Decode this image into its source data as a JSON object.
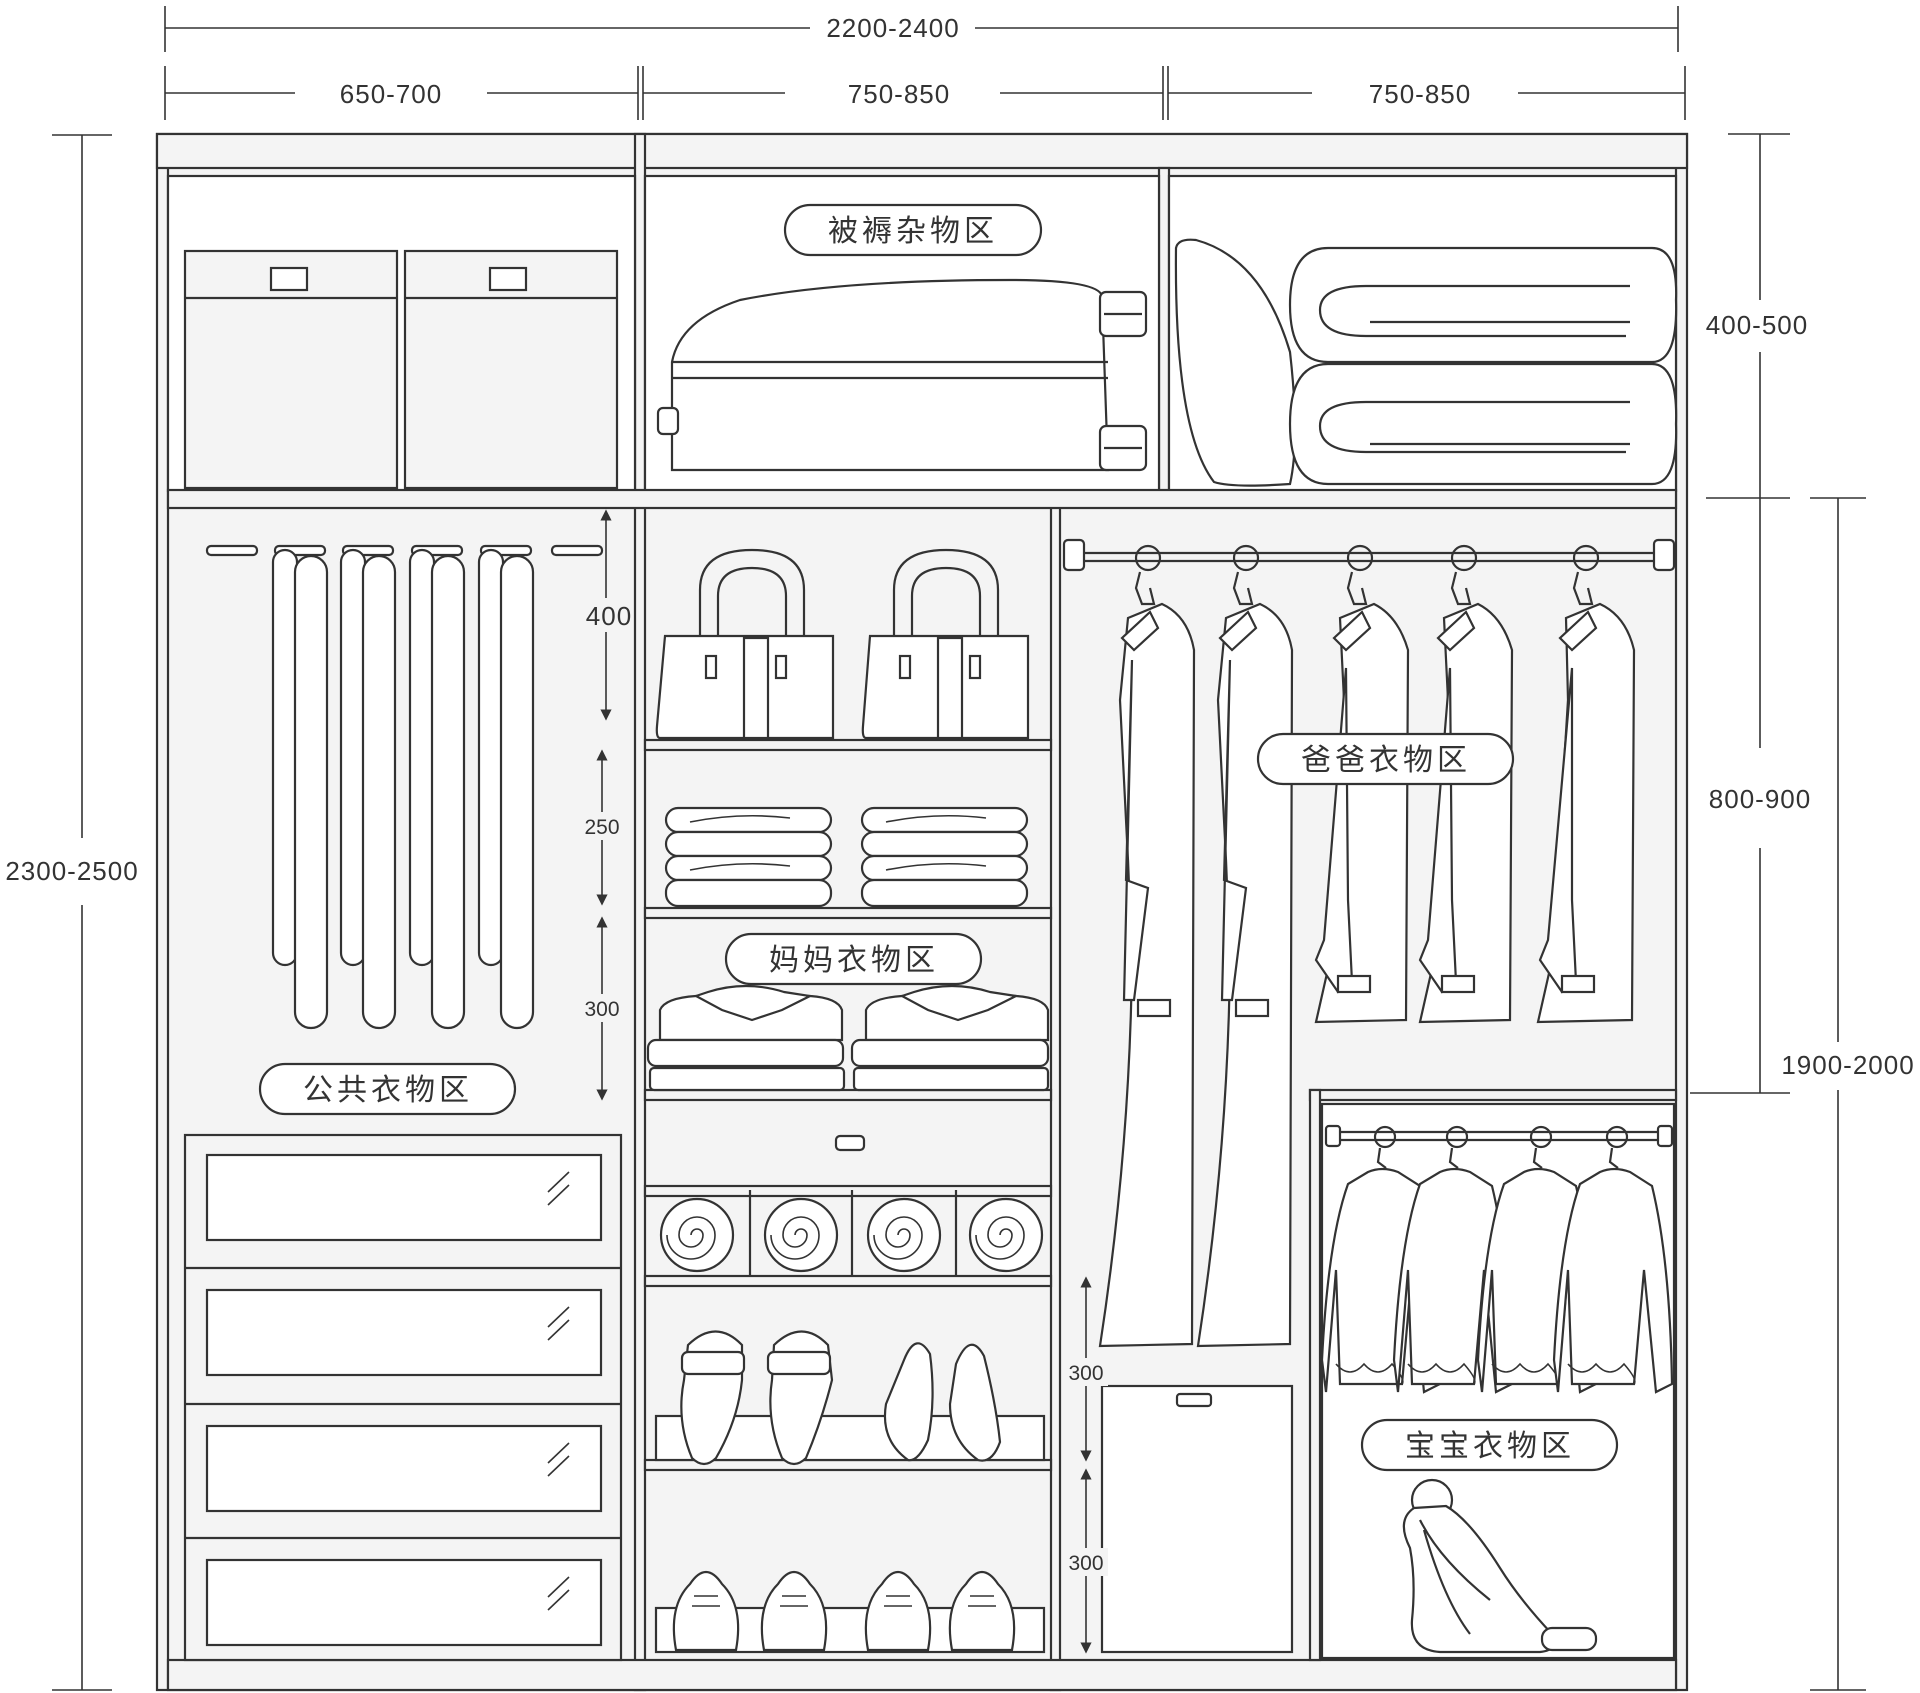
{
  "dimensions": {
    "total_width": "2200-2400",
    "width_left": "650-700",
    "width_middle": "750-850",
    "width_right": "750-850",
    "total_height": "2300-2500",
    "top_compartment_height": "400-500",
    "upper_hanging_height": "800-900",
    "lower_height": "1900-2000",
    "shelf_bag": "400",
    "shelf_folded": "250",
    "shelf_sweaters": "300",
    "lower_gap": "300",
    "drawer_height": "300"
  },
  "zones": {
    "bedding": "被褥杂物区",
    "public": "公共衣物区",
    "mom": "妈妈衣物区",
    "dad": "爸爸衣物区",
    "baby": "宝宝衣物区"
  },
  "colors": {
    "line": "#333333",
    "panel": "#f4f4f4",
    "background": "#ffffff"
  }
}
